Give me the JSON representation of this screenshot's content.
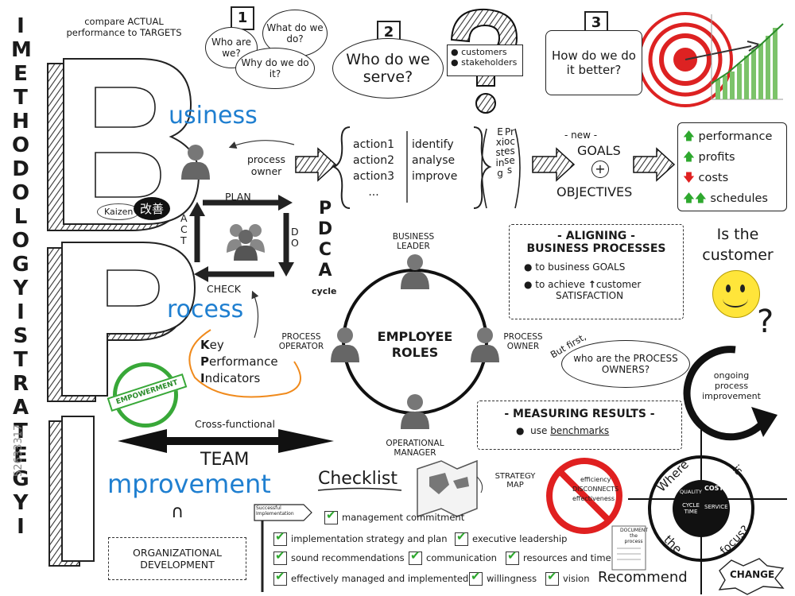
{
  "vertical_title": "I METHODOLOGY I STRATEGY I",
  "letters": {
    "b": "B",
    "p": "P",
    "i": "I"
  },
  "headings": {
    "business": "usiness",
    "process": "rocess",
    "improvement": "mprovement"
  },
  "top": {
    "compare_note": "compare ACTUAL performance to TARGETS",
    "step1": "1",
    "q_who_are_we": "Who are we?",
    "q_what_do_we_do": "What do we do?",
    "q_why_do_we_do_it": "Why do we do it?",
    "step2": "2",
    "q_who_do_we_serve": "Who do we serve?",
    "customers": "customers",
    "stakeholders": "stakeholders",
    "step3": "3",
    "q_how_better": "How do we do it better?"
  },
  "process_owner": "process owner",
  "actions": [
    "action1",
    "action2",
    "action3",
    "..."
  ],
  "steps": [
    "identify",
    "analyse",
    "improve"
  ],
  "existing": "Existing",
  "processes": "Processes",
  "new_label": "- new -",
  "goals": "GOALS",
  "plus": "+",
  "objectives": "OBJECTIVES",
  "results": [
    {
      "icon": "up-arrow-icon",
      "label": "performance"
    },
    {
      "icon": "up-arrow-icon",
      "label": "profits"
    },
    {
      "icon": "down-arrow-icon",
      "label": "costs"
    },
    {
      "icon": "double-up-arrow-icon",
      "label": "schedules"
    }
  ],
  "kaizen": {
    "label": "Kaizen",
    "kanji": "改善"
  },
  "pdca": {
    "plan": "PLAN",
    "do": "DO",
    "check": "CHECK",
    "act": "ACT",
    "letters": "PDCA",
    "cycle": "cycle"
  },
  "kpi": {
    "k": "K",
    "key": "ey",
    "p": "P",
    "perf": "erformance",
    "i": "I",
    "ind": "ndicators"
  },
  "empowerment": "EMPOWERMENT",
  "roles": {
    "center": "EMPLOYEE ROLES",
    "business_leader": "BUSINESS LEADER",
    "process_operator": "PROCESS OPERATOR",
    "process_owner": "PROCESS OWNER",
    "operational_manager": "OPERATIONAL MANAGER"
  },
  "aligning": {
    "title1": "- ALIGNING -",
    "title2": "BUSINESS PROCESSES",
    "item1": "to business GOALS",
    "item2a": "to achieve",
    "item2b": "customer",
    "item2c": "SATISFACTION"
  },
  "is_customer": "Is the customer",
  "qmark": "?",
  "but_first": "But first,",
  "who_owners": "who are the PROCESS OWNERS?",
  "ongoing": "ongoing process improvement",
  "measuring": {
    "title": "- MEASURING RESULTS -",
    "bullet": "use",
    "link": "benchmarks"
  },
  "cross_functional": "Cross-functional",
  "team": "TEAM",
  "intersect": "∩",
  "org_dev": "ORGANIZATIONAL DEVELOPMENT",
  "successful": "Successful Implementation",
  "checklist_title": "Checklist",
  "strategy_map": "STRATEGY MAP",
  "checklist": [
    "management commitment",
    "implementation strategy and plan",
    "executive leadership",
    "sound recommendations",
    "communication",
    "resources and time",
    "effectively managed and implemented",
    "willingness",
    "vision"
  ],
  "no_sign": [
    "efficiency",
    "DISCONNECTS",
    "effectiveness"
  ],
  "document": "DOCUMENT the process",
  "target": {
    "quality": "QUALITY",
    "cost": "COST",
    "cycle_time": "CYCLE TIME",
    "service": "SERVICE",
    "where": "Where",
    "is": "is",
    "the": "the",
    "focus": "focus?"
  },
  "recommend": "Recommend",
  "change": "CHANGE",
  "watermark": "52633317"
}
